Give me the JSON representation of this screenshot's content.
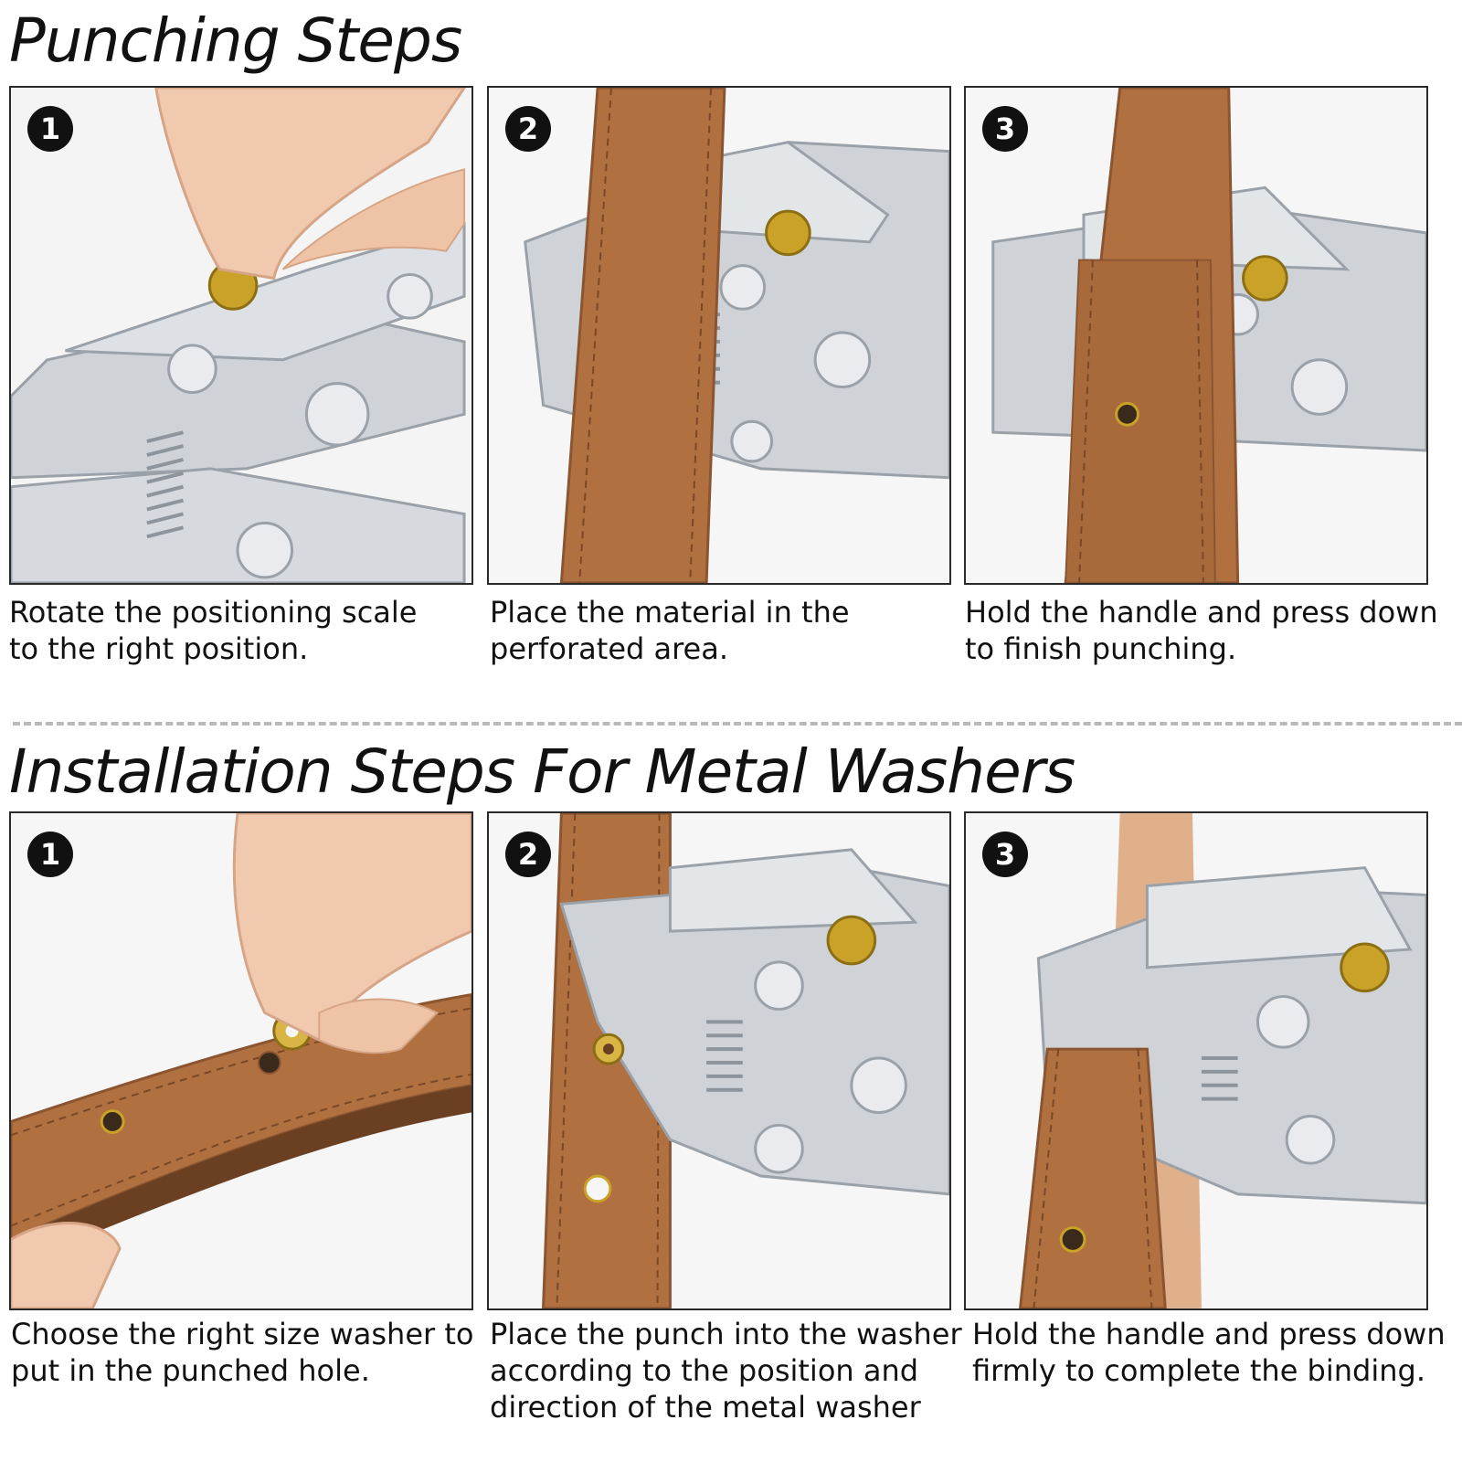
{
  "colors": {
    "leather": "#b0703f",
    "leather_dark": "#8a5530",
    "metal": "#cfd3d8",
    "metal_dark": "#9aa1a8",
    "brass": "#c9a227",
    "badge": "#111111",
    "divider": "#b9b9b9"
  },
  "punching": {
    "title": "Punching  Steps",
    "steps": [
      {
        "number": "1",
        "caption": "Rotate the positioning scale\nto the right position."
      },
      {
        "number": "2",
        "caption": "Place the material in the\nperforated area."
      },
      {
        "number": "3",
        "caption": "Hold the handle and press down\nto finish punching."
      }
    ]
  },
  "installation": {
    "title": "Installation Steps For Metal Washers",
    "steps": [
      {
        "number": "1",
        "caption": "Choose the right size washer to\nput in the punched hole."
      },
      {
        "number": "2",
        "caption": "Place the punch into the washer\naccording to the position and\ndirection of the metal washer"
      },
      {
        "number": "3",
        "caption": "Hold the handle and press down\nfirmly to complete the binding."
      }
    ]
  }
}
